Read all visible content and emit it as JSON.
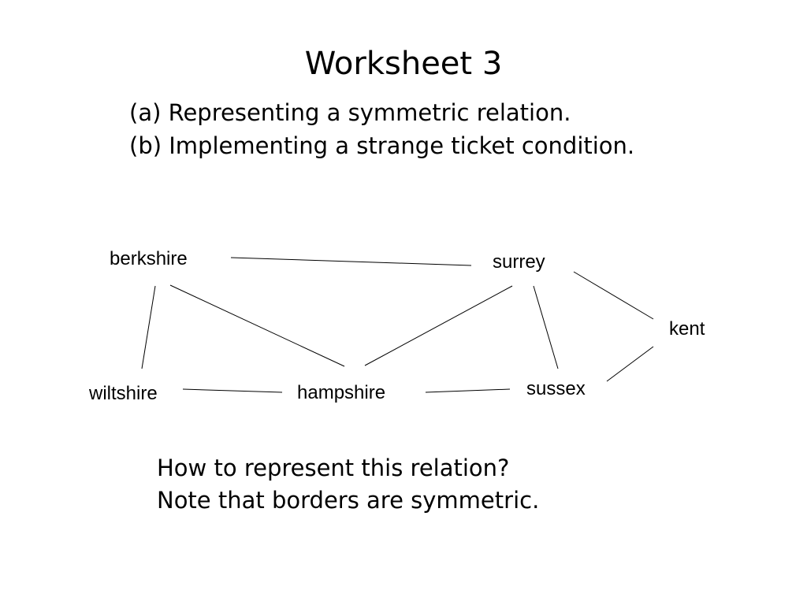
{
  "title": "Worksheet 3",
  "subtitle": {
    "line1": "(a) Representing a symmetric relation.",
    "line2": "(b) Implementing a strange ticket condition."
  },
  "graph": {
    "nodes": [
      {
        "id": "berkshire",
        "label": "berkshire"
      },
      {
        "id": "surrey",
        "label": "surrey"
      },
      {
        "id": "kent",
        "label": "kent"
      },
      {
        "id": "wiltshire",
        "label": "wiltshire"
      },
      {
        "id": "hampshire",
        "label": "hampshire"
      },
      {
        "id": "sussex",
        "label": "sussex"
      }
    ],
    "edges": [
      [
        "berkshire",
        "surrey"
      ],
      [
        "berkshire",
        "wiltshire"
      ],
      [
        "berkshire",
        "hampshire"
      ],
      [
        "surrey",
        "hampshire"
      ],
      [
        "surrey",
        "sussex"
      ],
      [
        "surrey",
        "kent"
      ],
      [
        "kent",
        "sussex"
      ],
      [
        "wiltshire",
        "hampshire"
      ],
      [
        "hampshire",
        "sussex"
      ]
    ]
  },
  "question": {
    "line1": "How to represent this relation?",
    "line2": "Note that borders are symmetric."
  }
}
